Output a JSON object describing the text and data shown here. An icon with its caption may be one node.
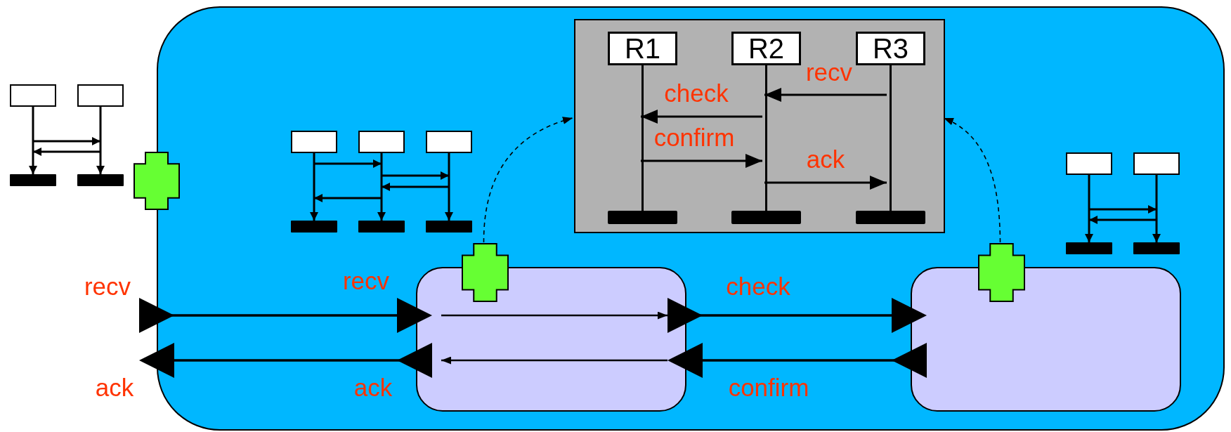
{
  "diagram": {
    "nodes": [
      {
        "text": [],
        "shape": "box"
      },
      {
        "text": [],
        "shape": "cross"
      },
      {
        "text": [],
        "shape": "box",
        "in": 0
      },
      {
        "text": [
          "R1"
        ],
        "in": 2
      },
      {
        "text": [
          "R2"
        ],
        "in": 2
      },
      {
        "text": [
          "R3"
        ],
        "in": 2
      },
      {
        "text": [],
        "shape": "box",
        "in": 0
      },
      {
        "text": [],
        "shape": "cross",
        "in": 0
      },
      {
        "text": [],
        "shape": "box",
        "in": 0
      },
      {
        "text": [],
        "shape": "cross",
        "in": 0
      },
      {
        "text": [],
        "shape": "bar",
        "in": 2
      },
      {
        "text": [],
        "shape": "bar",
        "in": 2
      },
      {
        "text": [],
        "shape": "bar",
        "in": 2
      },
      {
        "text": [],
        "shape": "line",
        "in": 2
      },
      {
        "text": [],
        "shape": "line",
        "in": 2
      },
      {
        "text": [],
        "shape": "line",
        "in": 2
      }
    ],
    "edges": [
      {
        "from": 15,
        "to": 14,
        "arrow": "to",
        "label": "recv"
      },
      {
        "from": 14,
        "to": 13,
        "arrow": "to",
        "label": "check"
      },
      {
        "from": 13,
        "to": 14,
        "arrow": "to",
        "label": "confirm"
      },
      {
        "from": 14,
        "to": 15,
        "arrow": "to",
        "label": "ack"
      },
      {
        "from": 7,
        "to": 2,
        "arrow": "to",
        "style": "dashed"
      },
      {
        "from": 9,
        "to": 2,
        "arrow": "to",
        "style": "dashed"
      },
      {
        "from": 0,
        "to": 6,
        "arrow": "to",
        "label": "recv"
      },
      {
        "from": 6,
        "to": 8,
        "arrow": "to",
        "label": "check"
      },
      {
        "from": 8,
        "to": 6,
        "arrow": "to",
        "label": "confirm"
      },
      {
        "from": 6,
        "to": 0,
        "arrow": "to",
        "label": "ack"
      }
    ],
    "labels": [
      "recv",
      "ack"
    ]
  }
}
